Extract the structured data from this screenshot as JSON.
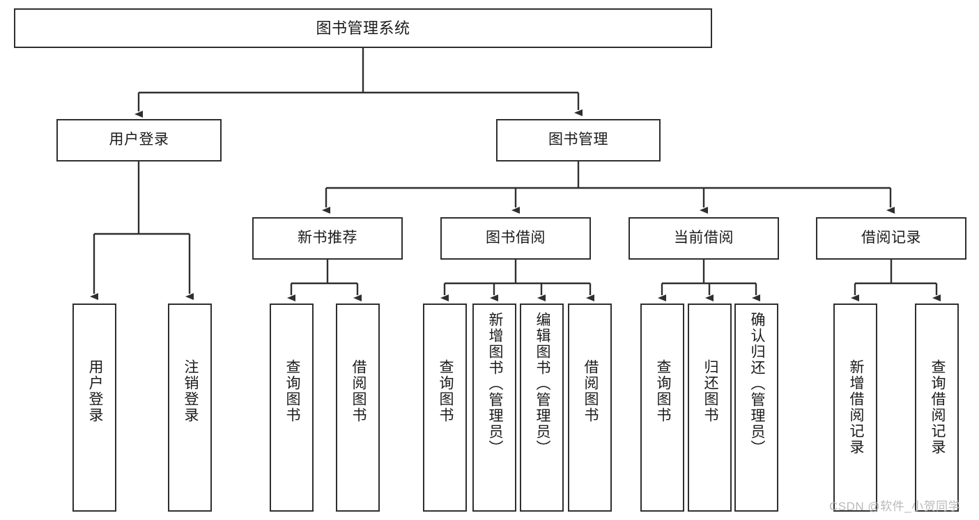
{
  "diagram": {
    "title": "图书管理系统",
    "type": "hierarchy-tree",
    "root": {
      "label": "图书管理系统"
    },
    "level2": [
      {
        "label": "用户登录"
      },
      {
        "label": "图书管理"
      }
    ],
    "level3": [
      {
        "label": "新书推荐"
      },
      {
        "label": "图书借阅"
      },
      {
        "label": "当前借阅"
      },
      {
        "label": "借阅记录"
      }
    ],
    "leaves": {
      "user_login": [
        {
          "label": "用户登录"
        },
        {
          "label": "注销登录"
        }
      ],
      "new_book_recommend": [
        {
          "label": "查询图书"
        },
        {
          "label": "借阅图书"
        }
      ],
      "book_borrow": [
        {
          "label": "查询图书"
        },
        {
          "label": "新增图书（管理员）"
        },
        {
          "label": "编辑图书（管理员）"
        },
        {
          "label": "借阅图书"
        }
      ],
      "current_borrow": [
        {
          "label": "查询图书"
        },
        {
          "label": "归还图书"
        },
        {
          "label": "确认归还（管理员）"
        }
      ],
      "borrow_record": [
        {
          "label": "新增借阅记录"
        },
        {
          "label": "查询借阅记录"
        }
      ]
    }
  },
  "watermark": {
    "text": "CSDN @软件_小贺同学"
  },
  "colors": {
    "stroke": "#2f2f2f",
    "fill": "#ffffff",
    "text": "#1b1b1b",
    "watermark": "#b9b9b9"
  }
}
